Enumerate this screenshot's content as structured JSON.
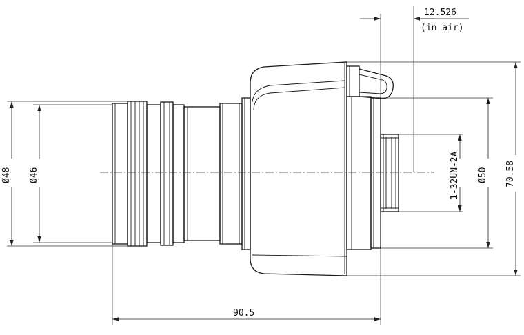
{
  "dimensions": {
    "back_focal": "12.526",
    "back_focal_note": "(in air)",
    "thread": "1-32UN-2A",
    "flange_dia": "Ø50",
    "total_height": "70.58",
    "front_outer_dia": "Ø48",
    "front_inner_dia": "Ø46",
    "total_length": "90.5"
  }
}
